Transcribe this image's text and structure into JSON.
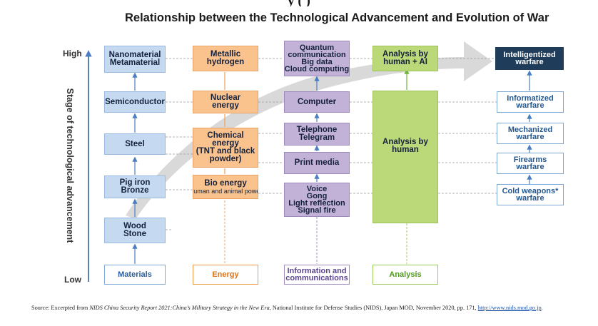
{
  "page": {
    "cut_title": "y                                               (    )",
    "title": "Relationship between the Technological Advancement and Evolution of War"
  },
  "axis": {
    "label": "Stage of technological advancement",
    "high": "High",
    "low": "Low"
  },
  "columns": {
    "materials": {
      "footer": "Materials",
      "items": [
        {
          "line1": "Nanomaterial",
          "line2": "Metamaterial"
        },
        {
          "line1": "Semiconductor"
        },
        {
          "line1": "Steel"
        },
        {
          "line1": "Pig iron",
          "line2": "Bronze"
        },
        {
          "line1": "Wood",
          "line2": "Stone"
        }
      ]
    },
    "energy": {
      "footer": "Energy",
      "items": [
        {
          "line1": "Metallic",
          "line2": "hydrogen"
        },
        {
          "line1": "Nuclear",
          "line2": "energy"
        },
        {
          "line1": "Chemical",
          "line2": "energy",
          "line3": "(TNT and black",
          "line4": "powder)"
        },
        {
          "line1": "Bio energy",
          "note": "(Human and animal power)"
        }
      ]
    },
    "information": {
      "footer_line1": "Information and",
      "footer_line2": "communications",
      "items": [
        {
          "line1": "Quantum",
          "line2": "communication",
          "line3": "Big data",
          "line4": "Cloud computing"
        },
        {
          "line1": "Computer"
        },
        {
          "line1": "Telephone",
          "line2": "Telegram"
        },
        {
          "line1": "Print media"
        },
        {
          "line1": "Voice",
          "line2": "Gong",
          "line3": "Light reflection",
          "line4": "Signal fire"
        }
      ]
    },
    "analysis": {
      "footer": "Analysis",
      "items": [
        {
          "line1": "Analysis by",
          "line2": "human + AI"
        },
        {
          "line1": "Analysis by",
          "line2": "human"
        }
      ]
    },
    "warfare": {
      "items": [
        {
          "line1": "Intelligentized",
          "line2": "warfare"
        },
        {
          "line1": "Informatized",
          "line2": "warfare"
        },
        {
          "line1": "Mechanized",
          "line2": "warfare"
        },
        {
          "line1": "Firearms",
          "line2": "warfare"
        },
        {
          "line1": "Cold weapons*",
          "line2": "warfare"
        }
      ]
    }
  },
  "source": {
    "prefix": "Source: Excerpted from ",
    "italic": "NIDS China Security Report 2021:China’s Military Strategy in the New Era,",
    "suffix": " National Institute for Defense Studies (NIDS), Japan MOD, November 2020, pp. 171, ",
    "link": "http://www.nids.mod.go.jp",
    "end": "."
  },
  "colors": {
    "materials": "#c5d9f1",
    "energy": "#fac38e",
    "information": "#c3b2d7",
    "analysis": "#bcd97a",
    "warfare_top": "#1f3c5a",
    "arrow": "#d7d7d7"
  }
}
